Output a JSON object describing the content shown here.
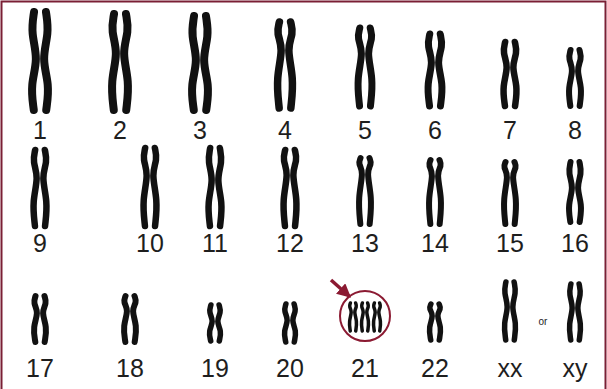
{
  "diagram": {
    "labels": [
      "1",
      "2",
      "3",
      "4",
      "5",
      "6",
      "7",
      "8",
      "9",
      "10",
      "11",
      "12",
      "13",
      "14",
      "15",
      "16",
      "or",
      "17",
      "18",
      "19",
      "20",
      "21",
      "22",
      "xx",
      "xy"
    ]
  }
}
